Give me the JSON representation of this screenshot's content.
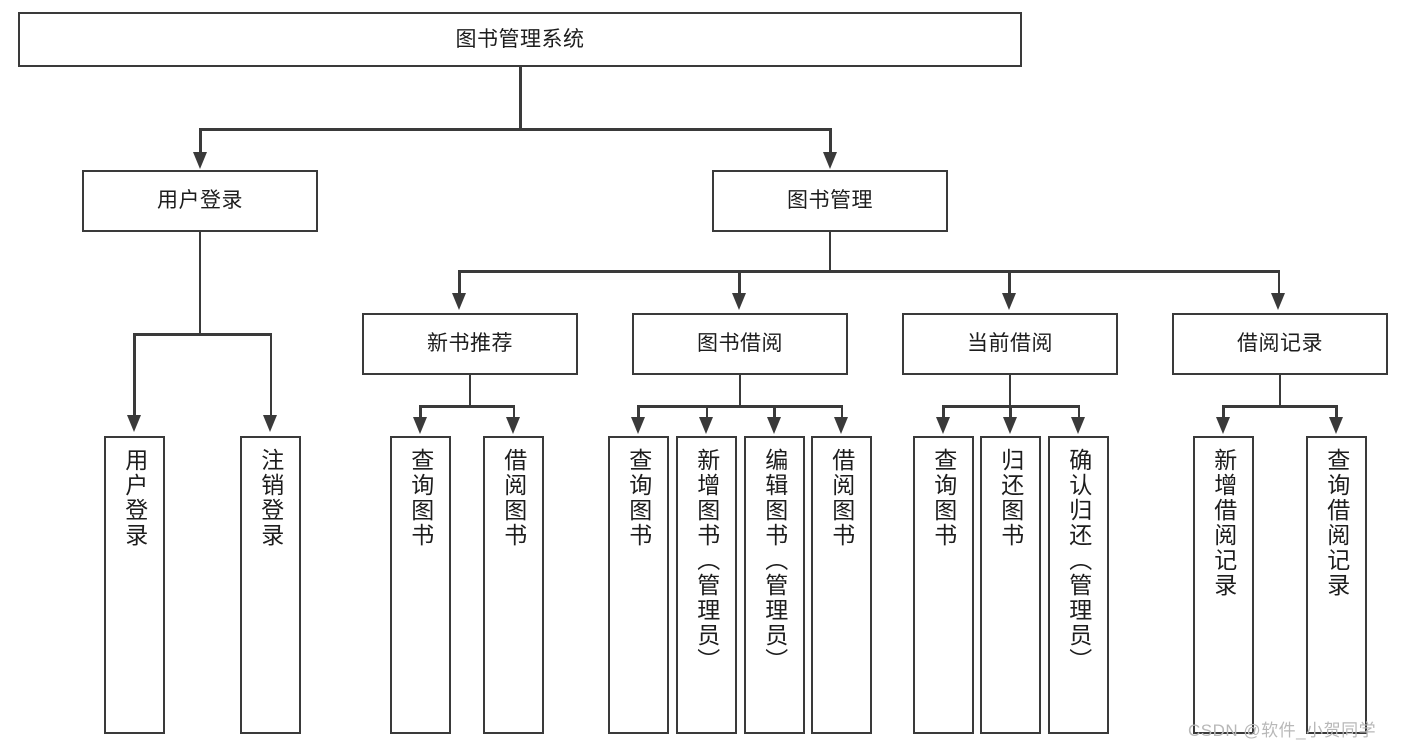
{
  "diagram": {
    "type": "tree-hierarchy",
    "title": "图书管理系统",
    "root": {
      "label": "图书管理系统"
    },
    "level2": [
      {
        "label": "用户登录"
      },
      {
        "label": "图书管理"
      }
    ],
    "level3": [
      {
        "label": "新书推荐"
      },
      {
        "label": "图书借阅"
      },
      {
        "label": "当前借阅"
      },
      {
        "label": "借阅记录"
      }
    ],
    "leaves": {
      "user_login": [
        {
          "label": "用户登录"
        },
        {
          "label": "注销登录"
        }
      ],
      "new_book_recommend": [
        {
          "label": "查询图书"
        },
        {
          "label": "借阅图书"
        }
      ],
      "book_borrow": [
        {
          "label": "查询图书"
        },
        {
          "label": "新增图书（管理员）"
        },
        {
          "label": "编辑图书（管理员）"
        },
        {
          "label": "借阅图书"
        }
      ],
      "current_borrow": [
        {
          "label": "查询图书"
        },
        {
          "label": "归还图书"
        },
        {
          "label": "确认归还（管理员）"
        }
      ],
      "borrow_records": [
        {
          "label": "新增借阅记录"
        },
        {
          "label": "查询借阅记录"
        }
      ]
    }
  },
  "watermark": {
    "text": "CSDN @软件_小贺同学"
  },
  "colors": {
    "stroke": "#3a3a3a",
    "text": "#1d1d1d",
    "background": "#ffffff",
    "watermark": "#b8b8b8"
  }
}
